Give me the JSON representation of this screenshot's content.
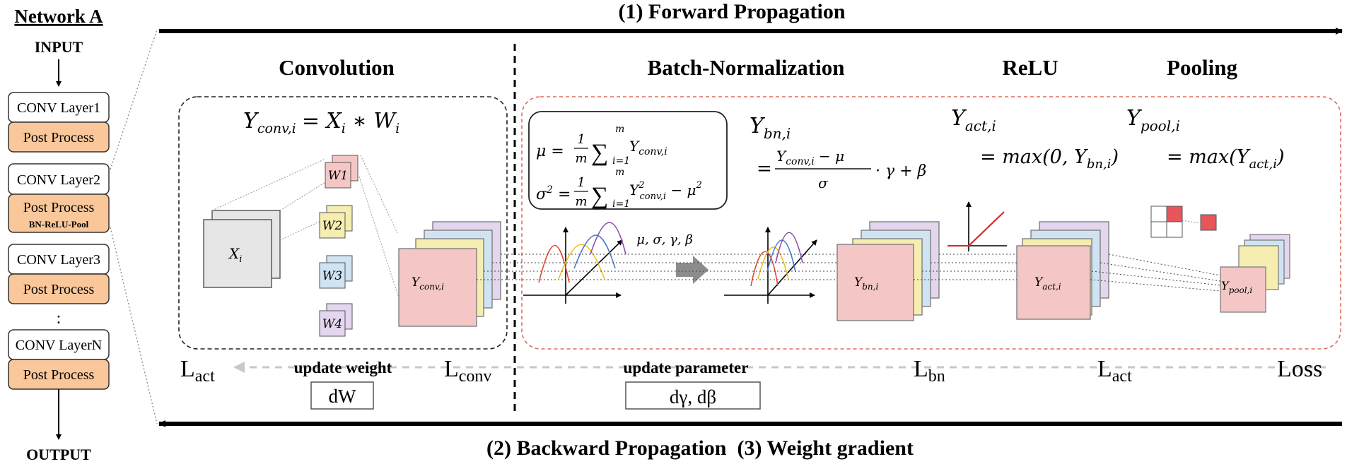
{
  "network": {
    "title": "Network A",
    "input_label": "INPUT",
    "output_label": "OUTPUT",
    "layers": [
      {
        "conv": "CONV Layer1",
        "post": "Post Process",
        "post_sub": ""
      },
      {
        "conv": "CONV Layer2",
        "post": "Post Process",
        "post_sub": "BN-ReLU-Pool"
      },
      {
        "conv": "CONV Layer3",
        "post": "Post Process",
        "post_sub": ""
      },
      {
        "conv": "CONV LayerN",
        "post": "Post Process",
        "post_sub": ""
      }
    ],
    "ellipsis": ":"
  },
  "headers": {
    "forward": "(1) Forward Propagation",
    "backward": "(2) Backward Propagation  (3) Weight gradient"
  },
  "stages": {
    "convolution": "Convolution",
    "batchnorm": "Batch-Normalization",
    "relu": "ReLU",
    "pooling": "Pooling"
  },
  "conv": {
    "input_lhs": "Y",
    "input_lhs_sub": "conv,i",
    "input_rhs": "= X",
    "input_rhs_sub": "i",
    "input_rhs_tail": " ∗ W",
    "input_rhs_tail_sub": "i",
    "x_label": "X",
    "x_sub": "i",
    "weights": [
      "W1",
      "W2",
      "W3",
      "W4"
    ],
    "out_label": "Y",
    "out_sub": "conv,i",
    "weight_colors": [
      "#f4c6c6",
      "#f6eeb0",
      "#cfe3f3",
      "#e3d6ee"
    ]
  },
  "bn": {
    "mu_lhs": "μ =",
    "frac_num": "1",
    "frac_den": "m",
    "sum_top": "m",
    "sum_bot": "i=1",
    "mu_term": "Y",
    "mu_term_sub": "conv,i",
    "sigma_lhs": "σ",
    "sigma_sup": "2",
    "sigma_eq": " =",
    "sigma_term": "Y",
    "sigma_term_sup": "2",
    "sigma_term_sub": "conv,i",
    "sigma_tail": " − μ",
    "sigma_tail_sup": "2",
    "ybn": "Y",
    "ybn_sub": "bn,i",
    "ybn_eq": "=",
    "ybn_num": "Y",
    "ybn_num_sub": "conv,i",
    "ybn_num_tail": " − μ",
    "ybn_den": "σ",
    "ybn_tail": "· γ + β",
    "params": "μ, σ, γ, β",
    "out_label": "Y",
    "out_sub": "bn,i"
  },
  "relu": {
    "yact": "Y",
    "yact_sub": "act,i",
    "yact_eq": "= max(0, Y",
    "yact_eq_sub": "bn,i",
    "yact_eq_tail": ")",
    "out_label": "Y",
    "out_sub": "act,i"
  },
  "pool": {
    "ypool": "Y",
    "ypool_sub": "pool,i",
    "ypool_eq": "= max(Y",
    "ypool_eq_sub": "act,i",
    "ypool_eq_tail": ")",
    "out_label": "Y",
    "out_sub": "pool,i"
  },
  "backward": {
    "l_act_left": "L",
    "l_act_left_sub": "act",
    "update_weight": "update weight",
    "l_conv": "L",
    "l_conv_sub": "conv",
    "dw": "dW",
    "update_parameter": "update parameter",
    "dgb": "dγ, dβ",
    "l_bn": "L",
    "l_bn_sub": "bn",
    "l_act_right": "L",
    "l_act_right_sub": "act",
    "loss": "Loss"
  },
  "colors": {
    "post_process": "#f9c79a",
    "post_border": "#333333",
    "red_dash": "#e06a5a",
    "map_colors": [
      "#f4c6c6",
      "#f6eeb0",
      "#cfe3f3",
      "#e3d6ee"
    ],
    "pool_red": "#e8555a"
  }
}
